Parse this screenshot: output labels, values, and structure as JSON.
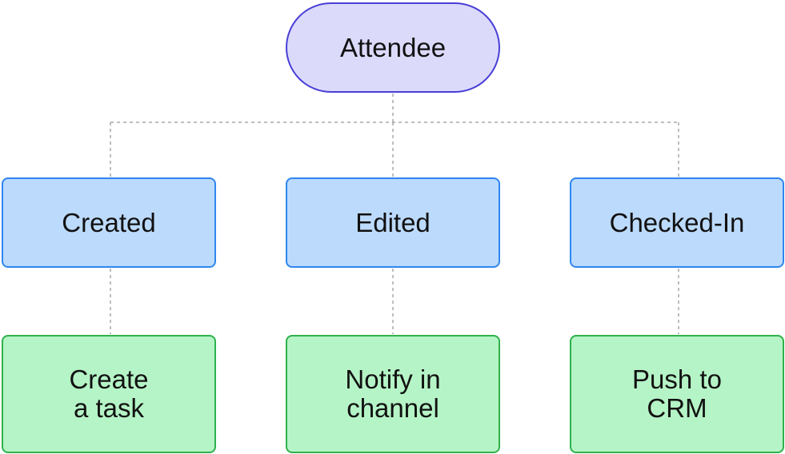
{
  "root": {
    "label": "Attendee"
  },
  "events": [
    {
      "label": "Created"
    },
    {
      "label": "Edited"
    },
    {
      "label": "Checked-In"
    }
  ],
  "actions": [
    {
      "label": "Create\na task"
    },
    {
      "label": "Notify in\nchannel"
    },
    {
      "label": "Push to\nCRM"
    }
  ],
  "colors": {
    "root_fill": "#DCDAFB",
    "root_border": "#4A3FD6",
    "event_fill": "#BCDAFC",
    "event_border": "#2F86EF",
    "action_fill": "#B5F4C6",
    "action_border": "#2FB14C",
    "connector": "#A8A8A8"
  }
}
